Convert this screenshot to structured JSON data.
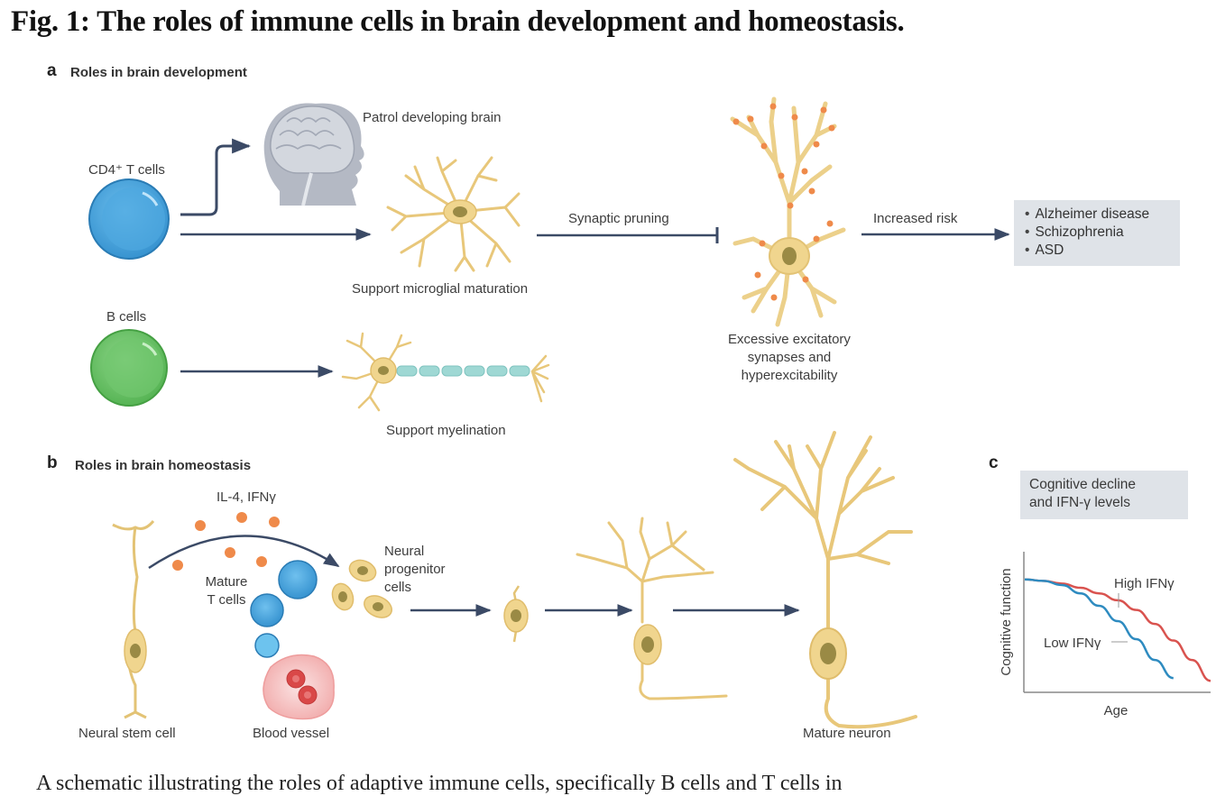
{
  "figure": {
    "title": "Fig. 1: The roles of immune cells in brain development and homeostasis.",
    "caption_partial": "A schematic illustrating the roles of adaptive immune cells, specifically B cells and T cells in"
  },
  "panel_a": {
    "letter": "a",
    "title": "Roles in brain development",
    "cd4_label": "CD4⁺ T cells",
    "b_cells_label": "B cells",
    "patrol_label": "Patrol developing brain",
    "microglia_label": "Support microglial maturation",
    "myelination_label": "Support myelination",
    "pruning_label": "Synaptic pruning",
    "neuron_label_lines": [
      "Excessive excitatory",
      "synapses and",
      "hyperexcitability"
    ],
    "risk_label": "Increased risk",
    "risk_items": [
      "Alzheimer disease",
      "Schizophrenia",
      "ASD"
    ]
  },
  "panel_b": {
    "letter": "b",
    "title": "Roles in brain homeostasis",
    "cytokines_label": "IL-4, IFNγ",
    "mature_t_lines": [
      "Mature",
      "T cells"
    ],
    "progenitor_lines": [
      "Neural",
      "progenitor",
      "cells"
    ],
    "stem_cell_label": "Neural stem cell",
    "blood_vessel_label": "Blood vessel",
    "mature_neuron_label": "Mature neuron"
  },
  "panel_c": {
    "letter": "c",
    "box_lines": [
      "Cognitive decline",
      "and IFN-γ levels"
    ]
  },
  "colors": {
    "t_cell_blue": "#4aa3dc",
    "b_cell_green": "#6cc36a",
    "neuron_yellow": "#ecd08a",
    "arrow": "#3b4a66",
    "synapse_orange": "#ef8a4a",
    "high_ifn_red": "#d9534f",
    "low_ifn_blue": "#2e8bc0",
    "box_grey": "#dfe3e8"
  },
  "chart_data": {
    "type": "line",
    "title": "Cognitive decline and IFN-γ levels",
    "xlabel": "Age",
    "ylabel": "Cognitive function",
    "x": [
      0,
      0.1,
      0.2,
      0.3,
      0.4,
      0.5,
      0.6,
      0.7,
      0.8,
      0.9,
      1.0
    ],
    "series": [
      {
        "name": "High IFNγ",
        "values": [
          0.8,
          0.79,
          0.77,
          0.74,
          0.7,
          0.65,
          0.58,
          0.48,
          0.36,
          0.22,
          0.07
        ]
      },
      {
        "name": "Low IFNγ",
        "values": [
          0.8,
          0.79,
          0.76,
          0.7,
          0.61,
          0.5,
          0.37,
          0.22,
          0.09,
          null,
          null
        ]
      }
    ],
    "ylim": [
      0,
      1
    ],
    "xlim": [
      0,
      1
    ],
    "grid": false,
    "axis_ticks": "none",
    "legend": "inline-labels"
  }
}
